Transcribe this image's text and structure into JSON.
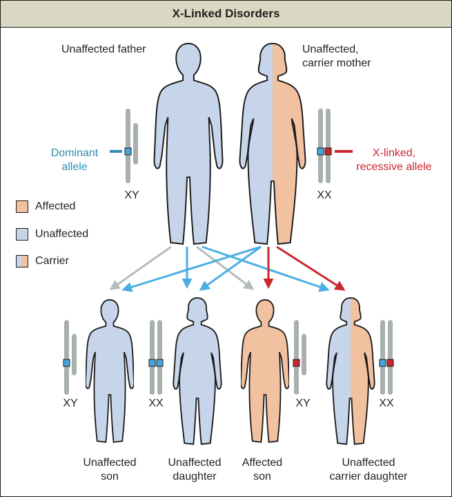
{
  "title": "X-Linked Disorders",
  "parents": {
    "father_label": "Unaffected father",
    "mother_label_line1": "Unaffected,",
    "mother_label_line2": "carrier mother",
    "father_genotype": "XY",
    "mother_genotype": "XX"
  },
  "alleles": {
    "dominant_line1": "Dominant",
    "dominant_line2": "allele",
    "recessive_line1": "X-linked,",
    "recessive_line2": "recessive allele"
  },
  "legend": {
    "affected": "Affected",
    "unaffected": "Unaffected",
    "carrier": "Carrier"
  },
  "children": {
    "son1": {
      "genotype": "XY",
      "line1": "Unaffected",
      "line2": "son"
    },
    "daughter1": {
      "genotype": "XX",
      "line1": "Unaffected",
      "line2": "daughter"
    },
    "son2": {
      "genotype": "XY",
      "line1": "Affected",
      "line2": "son"
    },
    "daughter2": {
      "genotype": "XX",
      "line1": "Unaffected",
      "line2": "carrier daughter"
    }
  },
  "colors": {
    "unaffected": "#c7d5eb",
    "affected": "#f2c19f",
    "chromosome": "#a8b0ae",
    "dominant_allele": "#4aa5dd",
    "recessive_allele": "#cb2630",
    "dominant_arrow": "#4aaee3",
    "recessive_arrow": "#cb2630",
    "gray_arrow": "#b5bdbb"
  }
}
